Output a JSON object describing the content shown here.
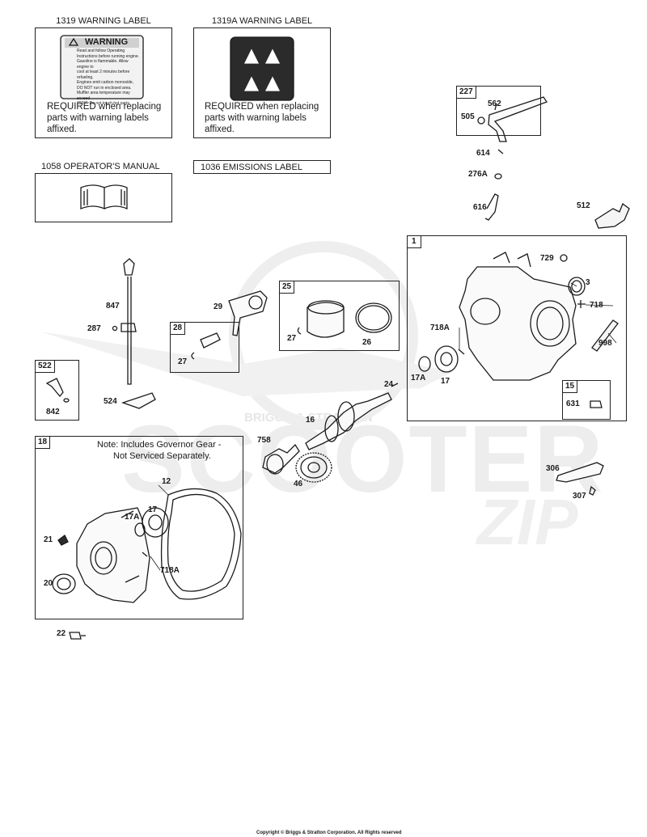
{
  "watermark": {
    "brand": "SCOOTER",
    "sub": "BRIGGS & STRATTON",
    "zip": "ZIP"
  },
  "labels": {
    "l1319": {
      "title": "1319 WARNING LABEL",
      "warning": "WARNING",
      "lines": [
        "Read and follow Operating",
        "Instructions before running engine.",
        "Gasoline is flammable. Allow engine to",
        "cool at least 2 minutes before refueling.",
        "Engines emit carbon monoxide,",
        "DO NOT run in enclosed area.",
        "Muffler area temperature may exceed",
        "150°F. Do not touch hot parts."
      ],
      "required": "REQUIRED      when replacing",
      "required2": "parts with warning labels",
      "required3": "affixed."
    },
    "l1319a": {
      "title": "1319A WARNING LABEL",
      "required": "REQUIRED      when replacing",
      "required2": "parts with warning labels",
      "required3": "affixed."
    },
    "l1058": {
      "title": "1058 OPERATOR'S MANUAL"
    },
    "l1036": {
      "title": "1036 EMISSIONS LABEL"
    }
  },
  "groups": {
    "g227": "227",
    "g1": "1",
    "g25": "25",
    "g28": "28",
    "g522": "522",
    "g15": "15",
    "g18": "18"
  },
  "note18": {
    "line1": "Note: Includes Governor Gear -",
    "line2": "Not Serviced Separately."
  },
  "parts": {
    "p562": "562",
    "p505": "505",
    "p614": "614",
    "p276a": "276A",
    "p616": "616",
    "p512": "512",
    "p729": "729",
    "p3": "3",
    "p718": "718",
    "p718a": "718A",
    "p998": "998",
    "p17a": "17A",
    "p17": "17",
    "p631": "631",
    "p847": "847",
    "p287": "287",
    "p29": "29",
    "p27a": "27",
    "p26": "26",
    "p27b": "27",
    "p842": "842",
    "p524": "524",
    "p24": "24",
    "p16": "16",
    "p758": "758",
    "p46": "46",
    "p306": "306",
    "p307": "307",
    "p12": "12",
    "p17b": "17",
    "p17ab": "17A",
    "p21": "21",
    "p718ab": "718A",
    "p20": "20",
    "p22": "22"
  },
  "copyright": "Copyright © Briggs & Stratton Corporation. All Rights reserved"
}
